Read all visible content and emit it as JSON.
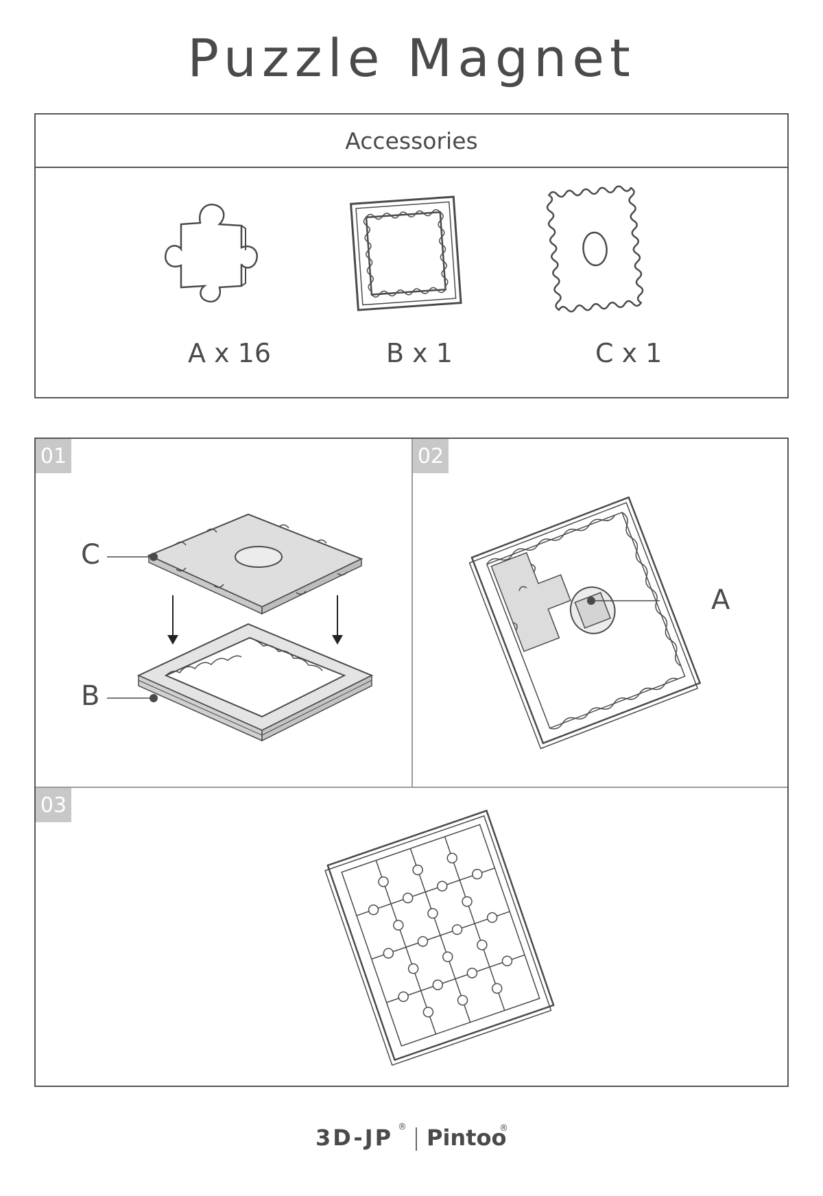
{
  "title": "Puzzle Magnet",
  "accessories": {
    "header": "Accessories",
    "items": [
      {
        "label": "A x 16"
      },
      {
        "label": "B x 1"
      },
      {
        "label": "C x 1"
      }
    ]
  },
  "steps": [
    {
      "number": "01",
      "callouts": [
        "C",
        "B"
      ]
    },
    {
      "number": "02",
      "callouts": [
        "A"
      ]
    },
    {
      "number": "03"
    }
  ],
  "footer": {
    "brand1": "3D-JP",
    "brand2": "Pintoo",
    "registered": "®"
  }
}
